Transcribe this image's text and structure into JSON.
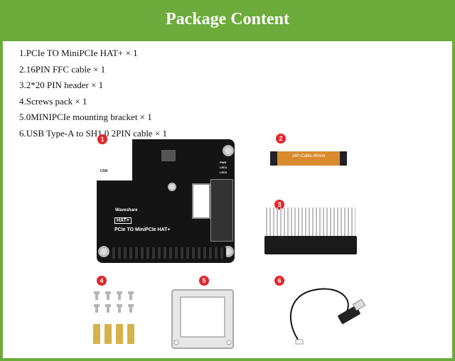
{
  "title": "Package Content",
  "items": [
    "1.PCIe TO MiniPCIe HAT+ × 1",
    "2.16PIN FFC cable × 1",
    "3.2*20 PIN header × 1",
    "4.Screws pack × 1",
    "5.0MINIPCIe mounting bracket × 1",
    "6.USB Type-A to SH1.0 2PIN cable × 1"
  ],
  "badges": [
    "1",
    "2",
    "3",
    "4",
    "5",
    "6"
  ],
  "board": {
    "brand": "Waveshare",
    "hat": "HAT+",
    "name": "PCIe TO MiniPCIe HAT+",
    "usb": "USB",
    "pwr": "PWR",
    "led1": "LED1",
    "led2": "LED2"
  },
  "cable_label": "16P-Cable-40mm",
  "colors": {
    "border": "#6cab3c",
    "badge": "#e2262b"
  }
}
